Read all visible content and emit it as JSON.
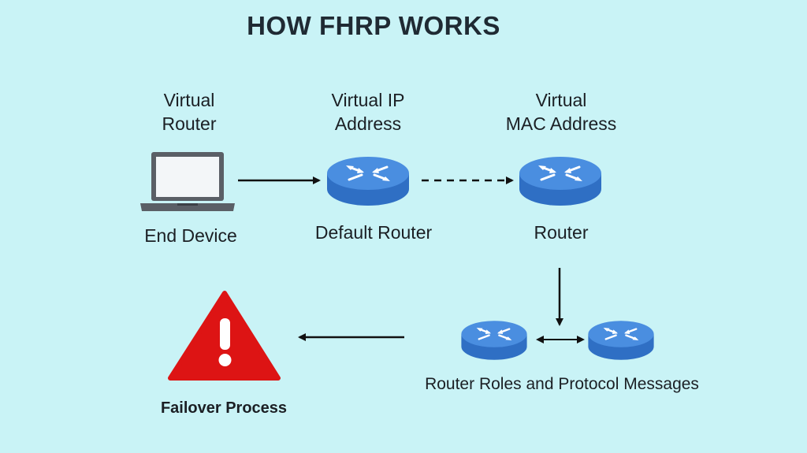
{
  "title": "HOW FHRP WORKS",
  "nodes": {
    "end_device": {
      "top_label_line1": "Virtual",
      "top_label_line2": "Router",
      "bottom_label": "End Device",
      "icon": "laptop-icon"
    },
    "default_router": {
      "top_label_line1": "Virtual IP",
      "top_label_line2": "Address",
      "bottom_label": "Default Router",
      "icon": "router-icon"
    },
    "router": {
      "top_label_line1": "Virtual",
      "top_label_line2": "MAC Address",
      "bottom_label": "Router",
      "icon": "router-icon"
    },
    "router_pair": {
      "bottom_label": "Router Roles and Protocol Messages",
      "icon": "router-icon"
    },
    "failover": {
      "bottom_label": "Failover Process",
      "icon": "warning-icon"
    }
  },
  "colors": {
    "background": "#c9f3f6",
    "router_top": "#4a8ee0",
    "router_side": "#2f6fc4",
    "warning_red": "#dd1414",
    "text": "#1b1f24"
  }
}
